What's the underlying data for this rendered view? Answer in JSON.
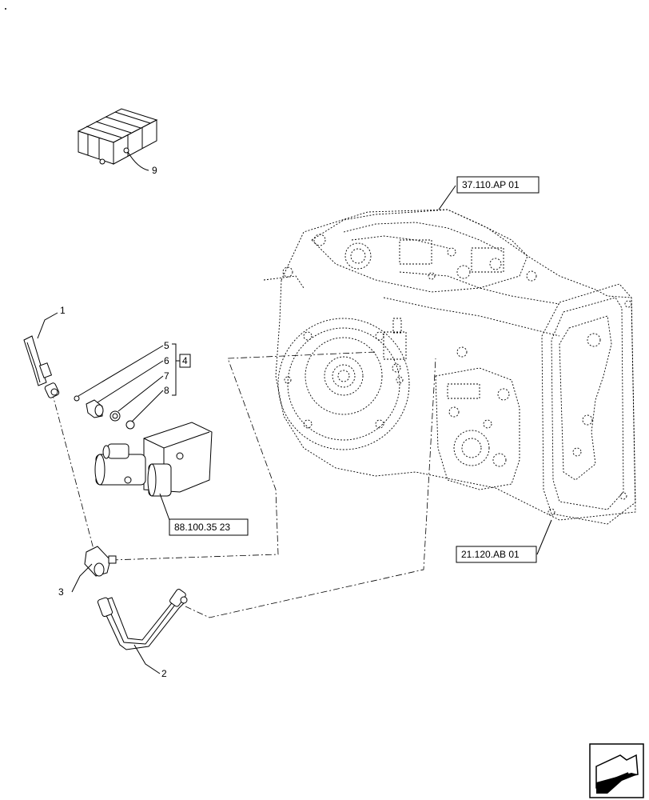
{
  "callouts": {
    "item_1": "1",
    "item_2": "2",
    "item_3": "3",
    "item_4": "4",
    "item_5": "5",
    "item_6": "6",
    "item_7": "7",
    "item_8": "8",
    "item_9": "9"
  },
  "references": {
    "transmission_top": "37.110.AP 01",
    "valve": "88.100.35 23",
    "housing": "21.120.AB 01"
  },
  "icons": {
    "corner": "next-page-arrow-icon",
    "kit": "kit-crate-icon"
  }
}
